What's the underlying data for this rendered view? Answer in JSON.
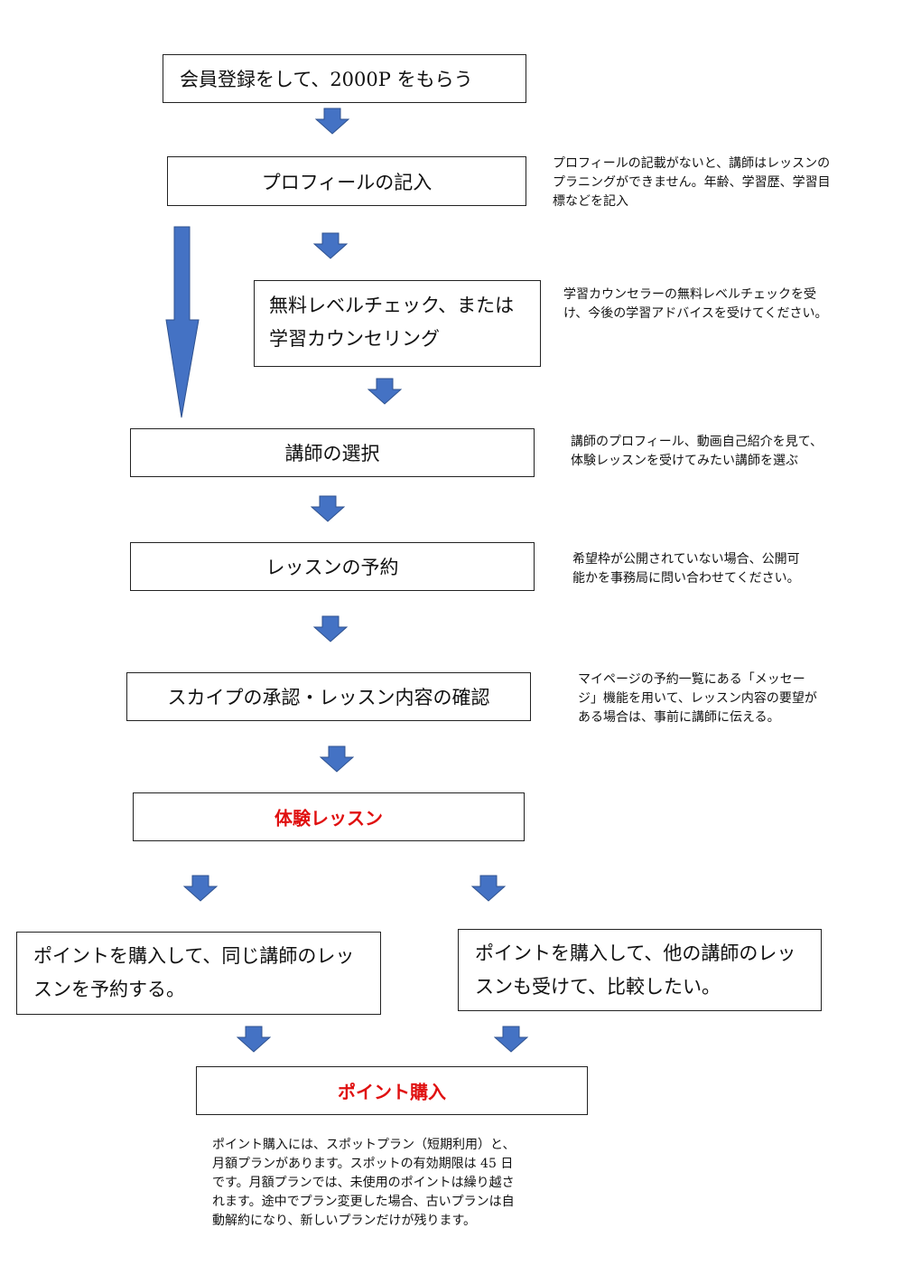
{
  "steps": {
    "register": "会員登録をして、2000P をもらう",
    "profile": "プロフィールの記入",
    "level_check": "無料レベルチェック、または学習カウンセリング",
    "select_teacher": "講師の選択",
    "reserve": "レッスンの予約",
    "skype": "スカイプの承認・レッスン内容の確認",
    "trial": "体験レッスン",
    "branch_same": "ポイントを購入して、同じ講師のレッスンを予約する。",
    "branch_other": "ポイントを購入して、他の講師のレッスンも受けて、比較したい。",
    "purchase": "ポイント購入"
  },
  "notes": {
    "profile": "プロフィールの記載がないと、講師はレッスンの\nプラニングができません。年齢、学習歴、学習目\n標などを記入",
    "level_check": "学習カウンセラーの無料レベルチェックを受\nけ、今後の学習アドバイスを受けてください。",
    "select_teacher": "講師のプロフィール、動画自己紹介を見て、\n体験レッスンを受けてみたい講師を選ぶ",
    "reserve": "希望枠が公開されていない場合、公開可\n能かを事務局に問い合わせてください。",
    "skype": "マイページの予約一覧にある「メッセー\nジ」機能を用いて、レッスン内容の要望が\nある場合は、事前に講師に伝える。",
    "purchase": "ポイント購入には、スポットプラン（短期利用）と、\n月額プランがあります。スポットの有効期限は 45 日\nです。月額プランでは、未使用のポイントは繰り越さ\nれます。途中でプラン変更した場合、古いプランは自\n動解約になり、新しいプランだけが残ります。"
  },
  "colors": {
    "arrow": "#4472c4",
    "arrow_stroke": "#2f528f",
    "highlight": "#e01010"
  }
}
